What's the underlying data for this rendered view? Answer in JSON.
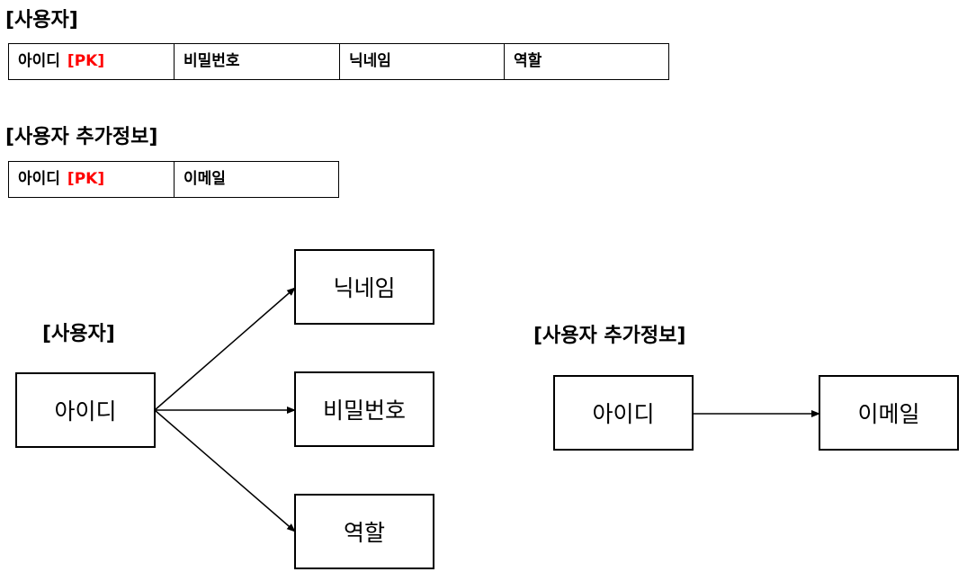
{
  "user_table": {
    "title": "[사용자]",
    "columns": [
      {
        "label": "아이디",
        "pk": "[PK]"
      },
      {
        "label": "비밀번호"
      },
      {
        "label": "닉네임"
      },
      {
        "label": "역할"
      }
    ]
  },
  "user_extra_table": {
    "title": "[사용자 추가정보]",
    "columns": [
      {
        "label": "아이디",
        "pk": "[PK]"
      },
      {
        "label": "이메일"
      }
    ]
  },
  "dependency_user": {
    "title": "[사용자]",
    "source": "아이디",
    "targets": [
      "닉네임",
      "비밀번호",
      "역할"
    ]
  },
  "dependency_user_extra": {
    "title": "[사용자 추가정보]",
    "source": "아이디",
    "target": "이메일"
  },
  "colors": {
    "pk": "#ff0000",
    "line": "#000000"
  }
}
